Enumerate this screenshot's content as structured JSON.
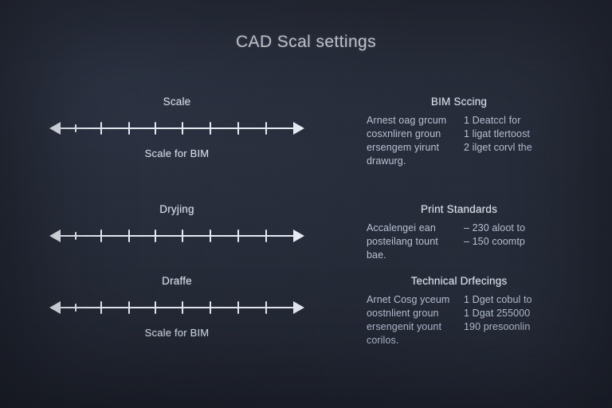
{
  "slide": {
    "title": "CAD Scal settings",
    "background_color": "#262b38",
    "text_color": "#e8ebf2",
    "accent_color": "#e6eaf2"
  },
  "scale_bars": [
    {
      "label": "Scale",
      "caption": "Scale for BIM",
      "tick_count": 8
    },
    {
      "label": "Dryjing",
      "caption": "",
      "tick_count": 8
    },
    {
      "label": "Draffe",
      "caption": "Scale for BIM",
      "tick_count": 8
    }
  ],
  "text_blocks": [
    {
      "heading": "BIM Sccing",
      "left_lines": [
        "Arnest oag grcum",
        "cosxnliren groun",
        "ersengem yirunt",
        "drawurg."
      ],
      "right_lines": [
        "1 Deatccl for",
        "1 ligat tlertoost",
        "2 ilget corvl the"
      ]
    },
    {
      "heading": "Print Standards",
      "left_lines": [
        "Accalengei ean",
        "posteilang tount",
        "bae."
      ],
      "right_lines": [
        "– 230 aloot to",
        "– 150 coomtp"
      ]
    },
    {
      "heading": "Technical Drfecings",
      "left_lines": [
        "Arnet Cosg yceum",
        "oostnlient groun",
        "ersengenit yount",
        "corilos."
      ],
      "right_lines": [
        "1 Dget cobul to",
        "1 Dgat 255000",
        "190 presoonlin"
      ]
    }
  ]
}
